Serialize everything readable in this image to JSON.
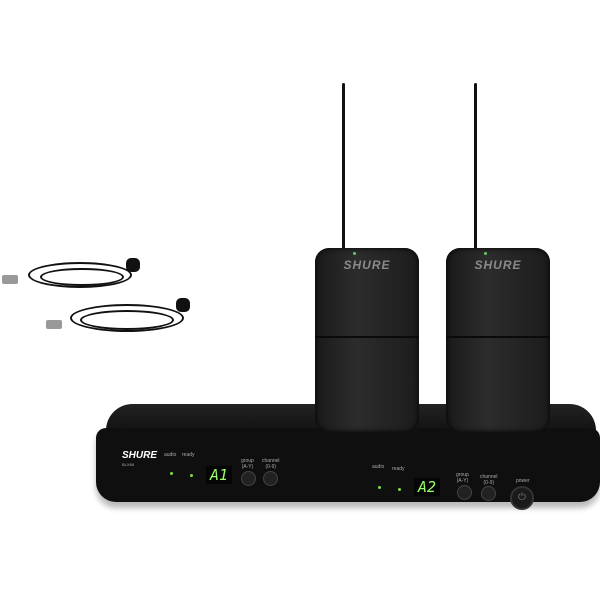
{
  "product": {
    "brand": "SHURE",
    "receiver_model": "BLX88",
    "channel_1": {
      "audio_label": "audio",
      "ready_label": "ready",
      "display": "A1",
      "group_label": "group",
      "group_range": "(A-Y)",
      "channel_label": "channel",
      "channel_range": "(0-9)"
    },
    "channel_2": {
      "audio_label": "audio",
      "ready_label": "ready",
      "display": "A2",
      "group_label": "group",
      "group_range": "(A-Y)",
      "channel_label": "channel",
      "channel_range": "(0-9)"
    },
    "power_label": "power",
    "bodypack_logo": "SHURE"
  }
}
